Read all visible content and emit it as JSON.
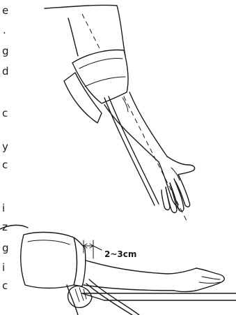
{
  "figure": {
    "measurement_label": "2~3cm",
    "margin_text_fragments": [
      "e",
      ".",
      "g",
      "d",
      "c",
      "y",
      "c",
      "i",
      "z",
      "g",
      "i",
      "c"
    ]
  }
}
